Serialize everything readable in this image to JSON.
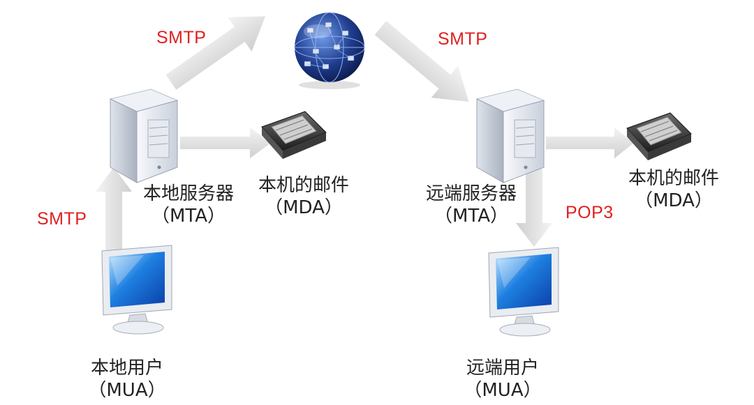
{
  "nodes": {
    "local_server": {
      "name": "本地服务器",
      "role": "（MTA）"
    },
    "local_mailbox": {
      "name": "本机的邮件",
      "role": "（MDA）"
    },
    "remote_server": {
      "name": "远端服务器",
      "role": "（MTA）"
    },
    "remote_mailbox": {
      "name": "本机的邮件",
      "role": "（MDA）"
    },
    "local_user": {
      "name": "本地用户",
      "role": "（MUA）"
    },
    "remote_user": {
      "name": "远端用户",
      "role": "（MUA）"
    }
  },
  "protocols": {
    "user_to_server": "SMTP",
    "server_to_internet": "SMTP",
    "internet_to_remote": "SMTP",
    "remote_to_user": "POP3"
  },
  "colors": {
    "protocol_text": "#e02020",
    "label_text": "#222222",
    "arrow": "#d6d6d6",
    "globe": "#1f3c8c",
    "screen": "#1e7fe0"
  },
  "icons": [
    "server-icon",
    "hard-drive-icon",
    "globe-icon",
    "monitor-icon",
    "arrow-icon"
  ]
}
